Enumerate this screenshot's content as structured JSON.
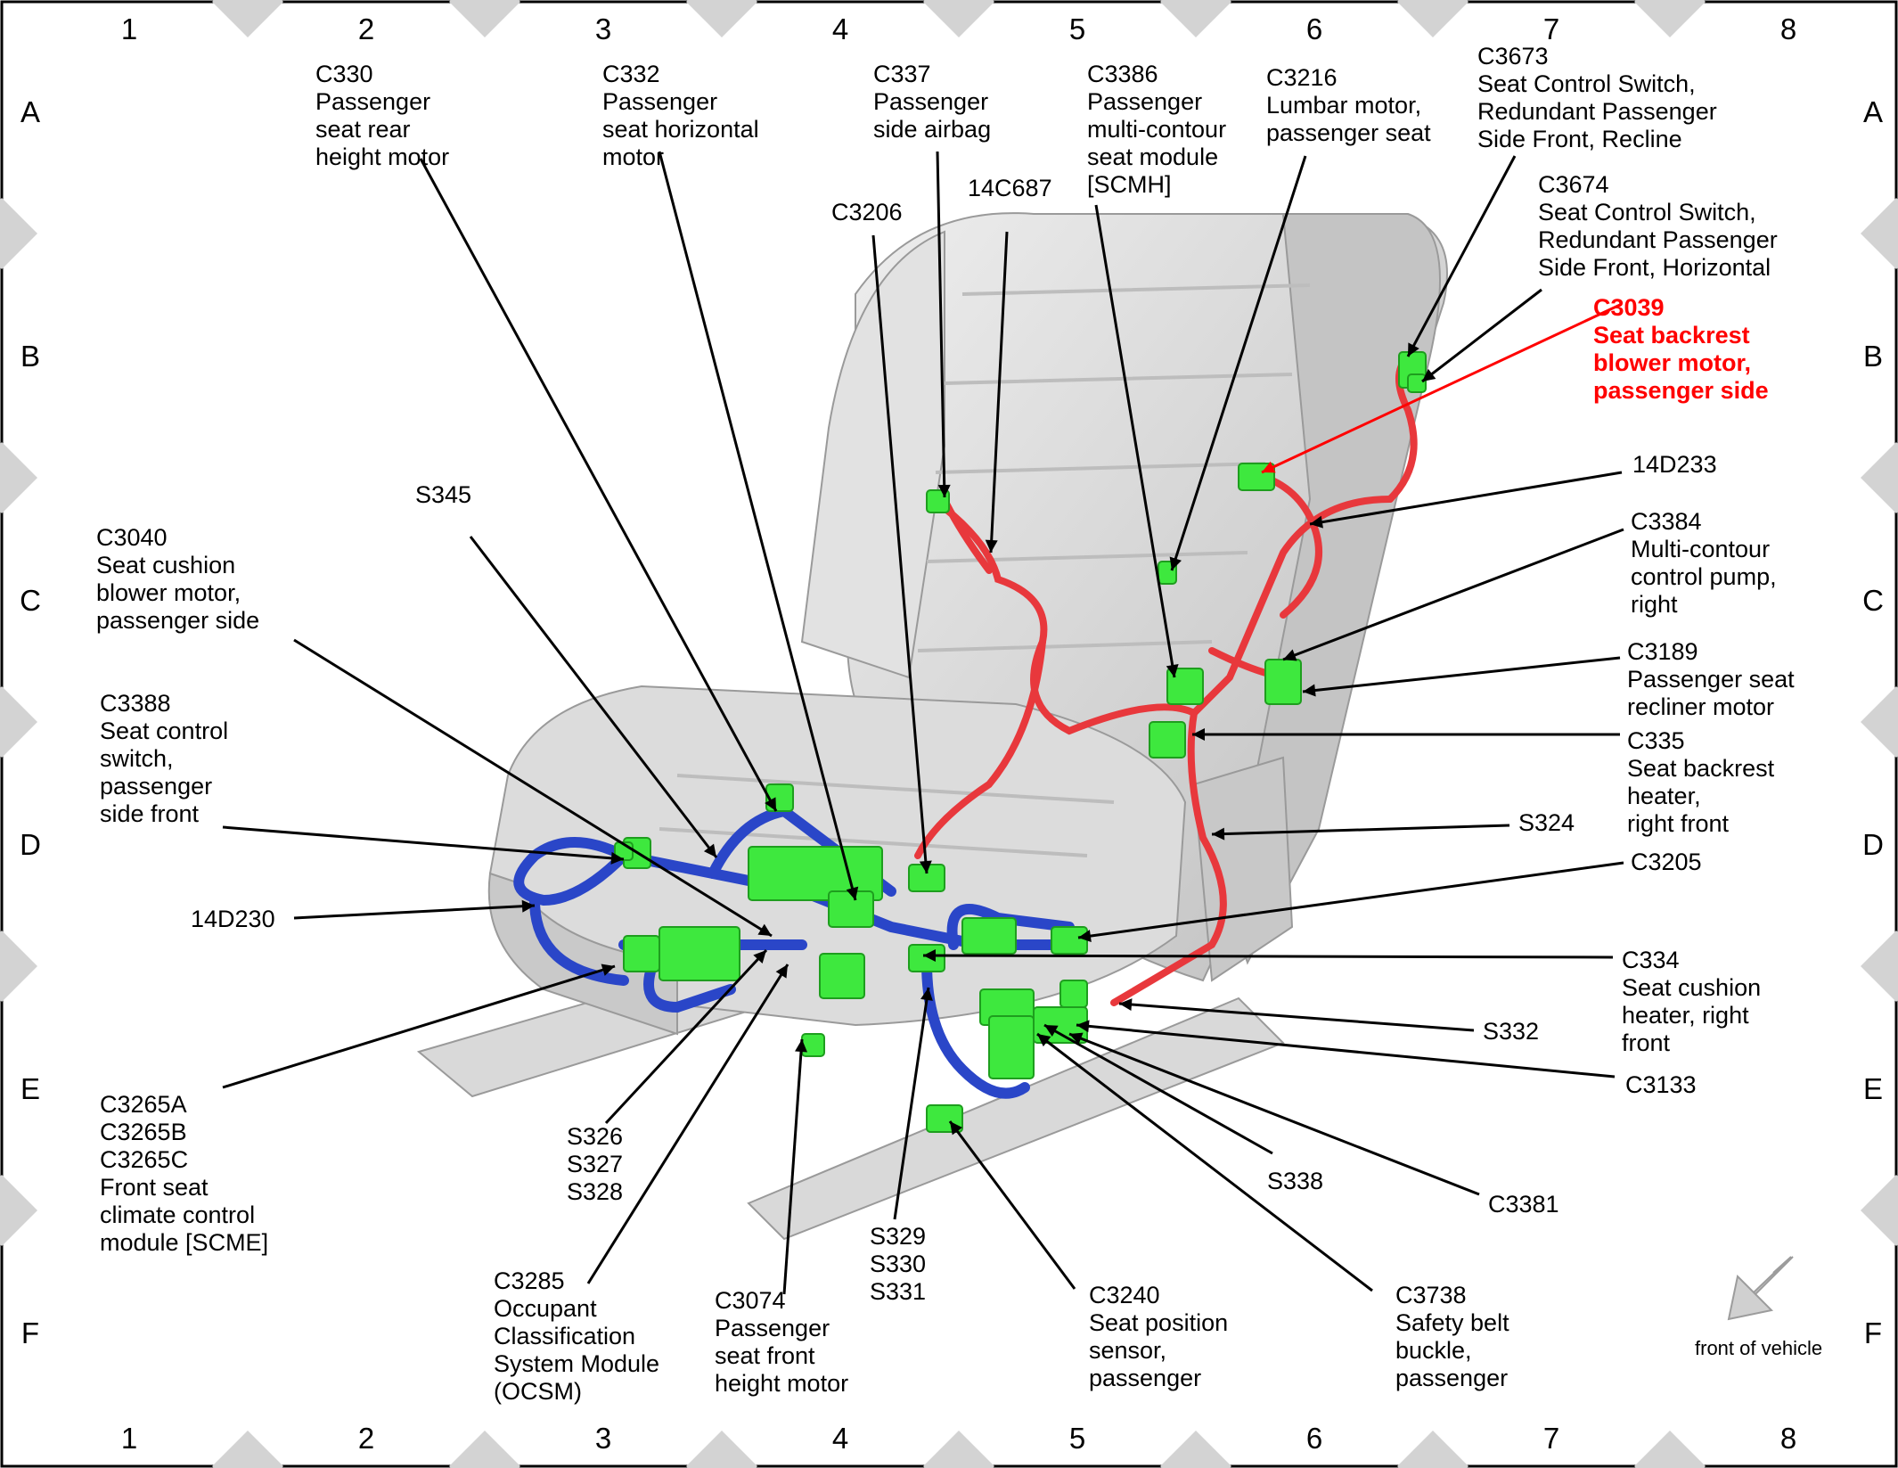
{
  "colors": {
    "blue_harness": "#2a46c8",
    "red_harness": "#e8383c",
    "connector": "#3ee83e",
    "highlight_label": "#ff0000",
    "seat": "#d6d6d6"
  },
  "grid": {
    "columns": [
      "1",
      "2",
      "3",
      "4",
      "5",
      "6",
      "7",
      "8"
    ],
    "rows": [
      "A",
      "B",
      "C",
      "D",
      "E",
      "F"
    ]
  },
  "labels": {
    "c330": [
      "C330",
      "Passenger",
      "seat rear",
      "height motor"
    ],
    "c332": [
      "C332",
      "Passenger",
      "seat horizontal",
      "motor"
    ],
    "c337": [
      "C337",
      "Passenger",
      "side airbag"
    ],
    "c3206": [
      "C3206"
    ],
    "14c687": [
      "14C687"
    ],
    "c3386": [
      "C3386",
      "Passenger",
      "multi-contour",
      "seat module",
      "[SCMH]"
    ],
    "c3216": [
      "C3216",
      "Lumbar motor,",
      "passenger seat"
    ],
    "c3673": [
      "C3673",
      "Seat Control Switch,",
      "Redundant Passenger",
      "Side Front, Recline"
    ],
    "c3674": [
      "C3674",
      "Seat Control Switch,",
      "Redundant Passenger",
      "Side Front, Horizontal"
    ],
    "c3039": [
      "C3039",
      "Seat backrest",
      "blower motor,",
      "passenger side"
    ],
    "14d233": [
      "14D233"
    ],
    "c3384": [
      "C3384",
      "Multi-contour",
      "control pump,",
      "right"
    ],
    "c3189": [
      "C3189",
      "Passenger seat",
      "recliner motor"
    ],
    "c335": [
      "C335",
      "Seat backrest",
      "heater,",
      "right front"
    ],
    "s324": [
      "S324"
    ],
    "c3205": [
      "C3205"
    ],
    "c334": [
      "C334",
      "Seat cushion",
      "heater, right",
      "front"
    ],
    "s332": [
      "S332"
    ],
    "c3133": [
      "C3133"
    ],
    "s338": [
      "S338"
    ],
    "c3381": [
      "C3381"
    ],
    "c3738": [
      "C3738",
      "Safety belt",
      "buckle,",
      "passenger"
    ],
    "c3240": [
      "C3240",
      "Seat position",
      "sensor,",
      "passenger"
    ],
    "s329": [
      "S329",
      "S330",
      "S331"
    ],
    "c3074": [
      "C3074",
      "Passenger",
      "seat front",
      "height motor"
    ],
    "c3285": [
      "C3285",
      "Occupant",
      "Classification",
      "System Module",
      "(OCSM)"
    ],
    "s326": [
      "S326",
      "S327",
      "S328"
    ],
    "c3265": [
      "C3265A",
      "C3265B",
      "C3265C",
      "Front seat",
      "climate control",
      "module [SCME]"
    ],
    "14d230": [
      "14D230"
    ],
    "c3388": [
      "C3388",
      "Seat control",
      "switch,",
      "passenger",
      "side front"
    ],
    "c3040": [
      "C3040",
      "Seat cushion",
      "blower motor,",
      "passenger side"
    ],
    "s345": [
      "S345"
    ]
  },
  "front_of_vehicle": "front of vehicle"
}
